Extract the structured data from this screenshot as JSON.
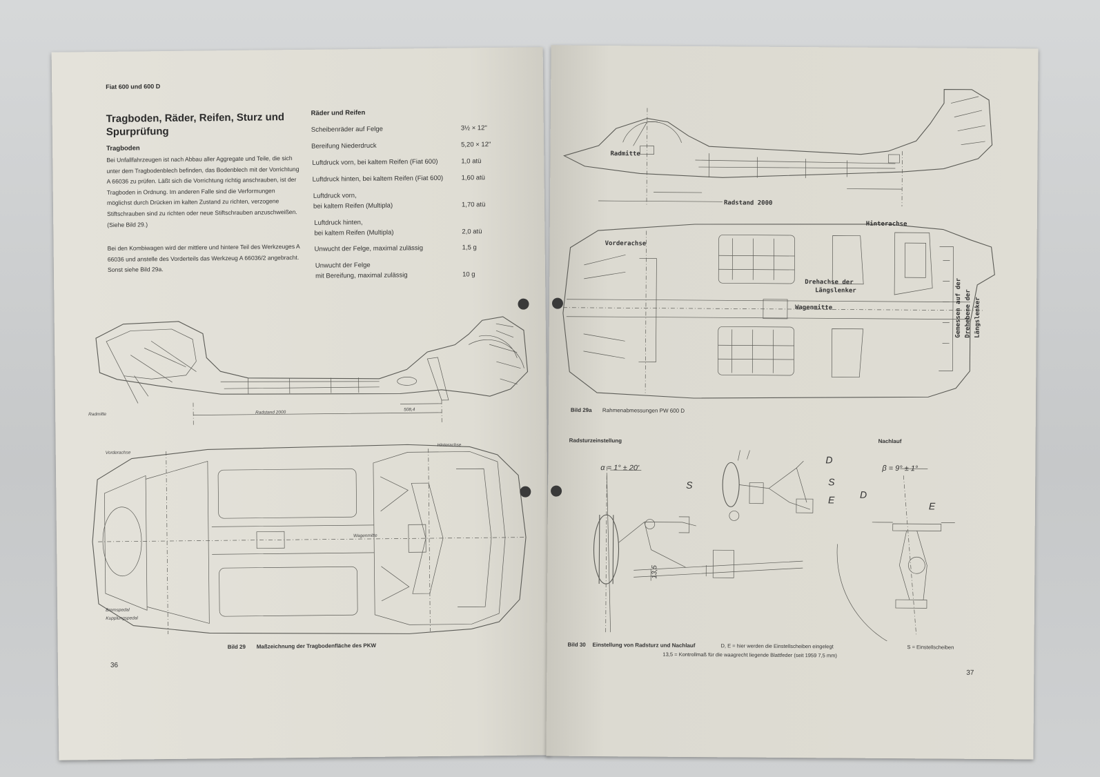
{
  "left_page": {
    "running_head": "Fiat 600 und 600 D",
    "title": "Tragboden, Räder, Reifen, Sturz und Spurprüfung",
    "section_heading": "Tragboden",
    "body_paragraph_1": "Bei Unfallfahrzeugen ist nach Abbau aller Aggregate und Teile, die sich unter dem Tragbodenblech befinden, das Bodenblech mit der Vorrichtung A 66036 zu prüfen. Läßt sich die Vorrichtung richtig anschrauben, ist der Tragboden in Ordnung. Im anderen Falle sind die Verformungen möglichst durch Drücken im kalten Zustand zu richten, verzogene Stiftschrauben sind zu richten oder neue Stiftschrauben anzuschweißen. (Siehe Bild 29.)",
    "body_paragraph_2": "Bei den Kombiwagen wird der mittlere und hintere Teil des Werkzeuges A 66036 und anstelle des Vorderteils das Werkzeug A 66036/2 angebracht. Sonst siehe Bild 29a.",
    "spec_heading": "Räder und Reifen",
    "specs": [
      {
        "label": "Scheibenräder auf Felge",
        "value": "3½ × 12\""
      },
      {
        "label": "Bereifung Niederdruck",
        "value": "5,20 × 12\""
      },
      {
        "label": "Luftdruck vorn, bei kaltem Reifen (Fiat 600)",
        "value": "1,0 atü"
      },
      {
        "label": "Luftdruck hinten, bei kaltem Reifen (Fiat 600)",
        "value": "1,60 atü"
      },
      {
        "label": "Luftdruck vorn,",
        "label2": "bei kaltem Reifen (Multipla)",
        "value": "1,70 atü"
      },
      {
        "label": "Luftdruck hinten,",
        "label2": "bei kaltem Reifen (Multipla)",
        "value": "2,0 atü"
      },
      {
        "label": "Unwucht der Felge, maximal zulässig",
        "value": "1,5 g"
      },
      {
        "label": "Unwucht der Felge",
        "label2": "mit Bereifung, maximal zulässig",
        "value": "10 g"
      }
    ],
    "fig_labels": {
      "radmitte": "Radmitte",
      "radstand": "Radstand 2000",
      "dim_508": "508,4",
      "vorderachse": "Vorderachse",
      "hinterachse": "Hinterachse",
      "wagenmitte": "Wagenmitte",
      "bremspedal": "Bremspedal",
      "kupplungspedal": "Kupplungspedal"
    },
    "figure_caption_num": "Bild 29",
    "figure_caption": "Maßzeichnung der Tragbodenfläche des PKW",
    "page_number": "36"
  },
  "right_page": {
    "fig29a_labels": {
      "radmitte": "Radmitte",
      "radstand": "Radstand 2000",
      "vorderachse": "Vorderachse",
      "hinterachse": "Hinterachse",
      "drehachse": "Drehachse der",
      "laengslenker": "Längslenker",
      "wagenmitte": "Wagenmitte",
      "gemessen_1": "Gemessen auf der",
      "gemessen_2": "Drehebene der",
      "gemessen_3": "Längslenker"
    },
    "fig29a_caption_num": "Bild 29a",
    "fig29a_caption": "Rahmenabmessungen PW 600 D",
    "radsturz_heading": "Radsturzeinstellung",
    "nachlauf_heading": "Nachlauf",
    "alpha_label": "α = 1° ± 20'",
    "beta_label": "β = 9° ± 1°",
    "letter_s": "S",
    "letter_d": "D",
    "letter_e": "E",
    "dim_135": "13,5",
    "fig30_caption_num": "Bild 30",
    "fig30_caption": "Einstellung von Radsturz und Nachlauf",
    "fig30_note_1": "D, E  =  hier werden die Einstellscheiben eingelegt",
    "fig30_note_2": "S  =  Einstellscheiben",
    "fig30_note_3": "13,5  =  Kontrollmaß für die waagrecht liegende Blattfeder (seit 1959 7,5 mm)",
    "page_number": "37"
  }
}
